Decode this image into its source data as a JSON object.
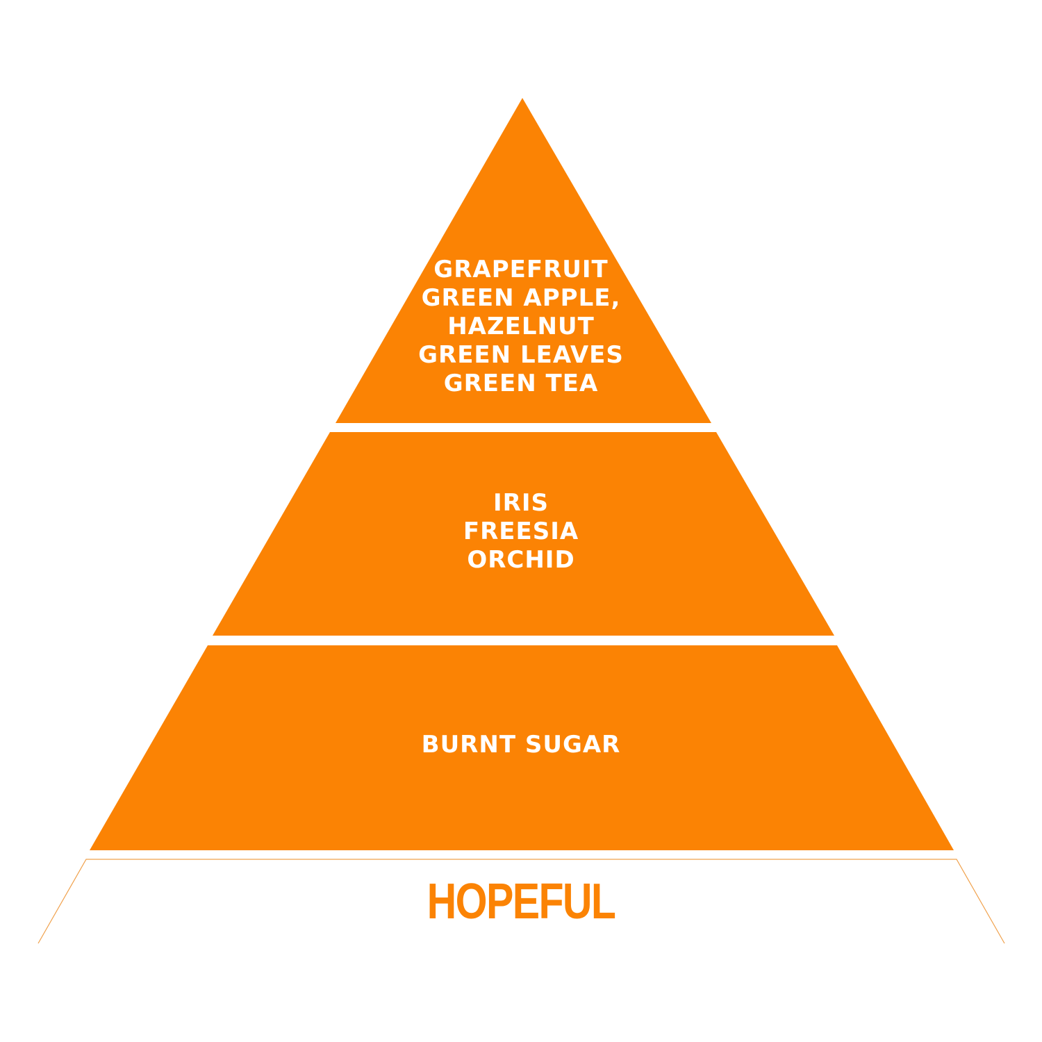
{
  "colors": {
    "tier_fill": "#fb8304",
    "background": "#ffffff",
    "tier_text": "#ffffff",
    "mood_text": "#fb8304",
    "outline": "#f0a04a"
  },
  "pyramid": {
    "top": {
      "lines": [
        "GRAPEFRUIT",
        "GREEN APPLE,",
        "HAZELNUT",
        "GREEN LEAVES",
        "GREEN TEA"
      ]
    },
    "middle": {
      "lines": [
        "IRIS",
        "FREESIA",
        "ORCHID"
      ]
    },
    "base": {
      "lines": [
        "BURNT SUGAR"
      ]
    }
  },
  "mood": {
    "label": "HOPEFUL"
  }
}
